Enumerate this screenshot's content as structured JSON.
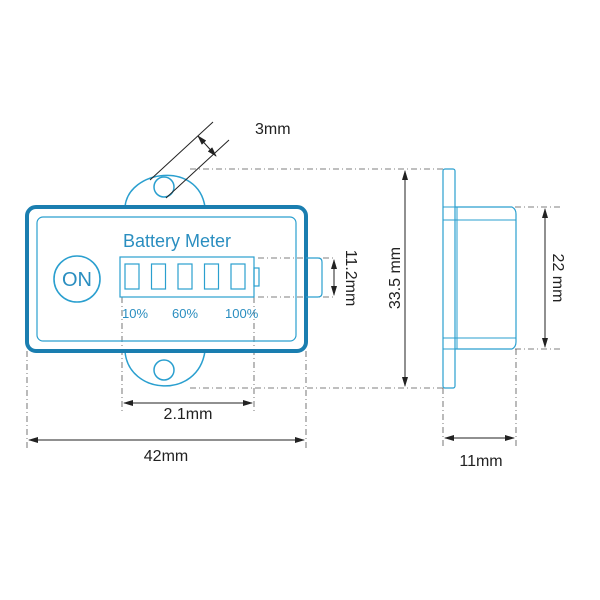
{
  "device": {
    "title": "Battery Meter",
    "button_label": "ON",
    "segment_count": 5,
    "scale_labels": [
      "10%",
      "60%",
      "100%"
    ]
  },
  "dimensions": {
    "hole": "3mm",
    "total_height": "33.5 mm",
    "connector_height": "11.2mm",
    "body_depth_height": "22 mm",
    "display_width": "2.1mm",
    "total_width": "42mm",
    "depth": "11mm"
  },
  "colors": {
    "outline": "#2a9fcf",
    "text": "#2a8ec0",
    "dimension": "#222222"
  }
}
